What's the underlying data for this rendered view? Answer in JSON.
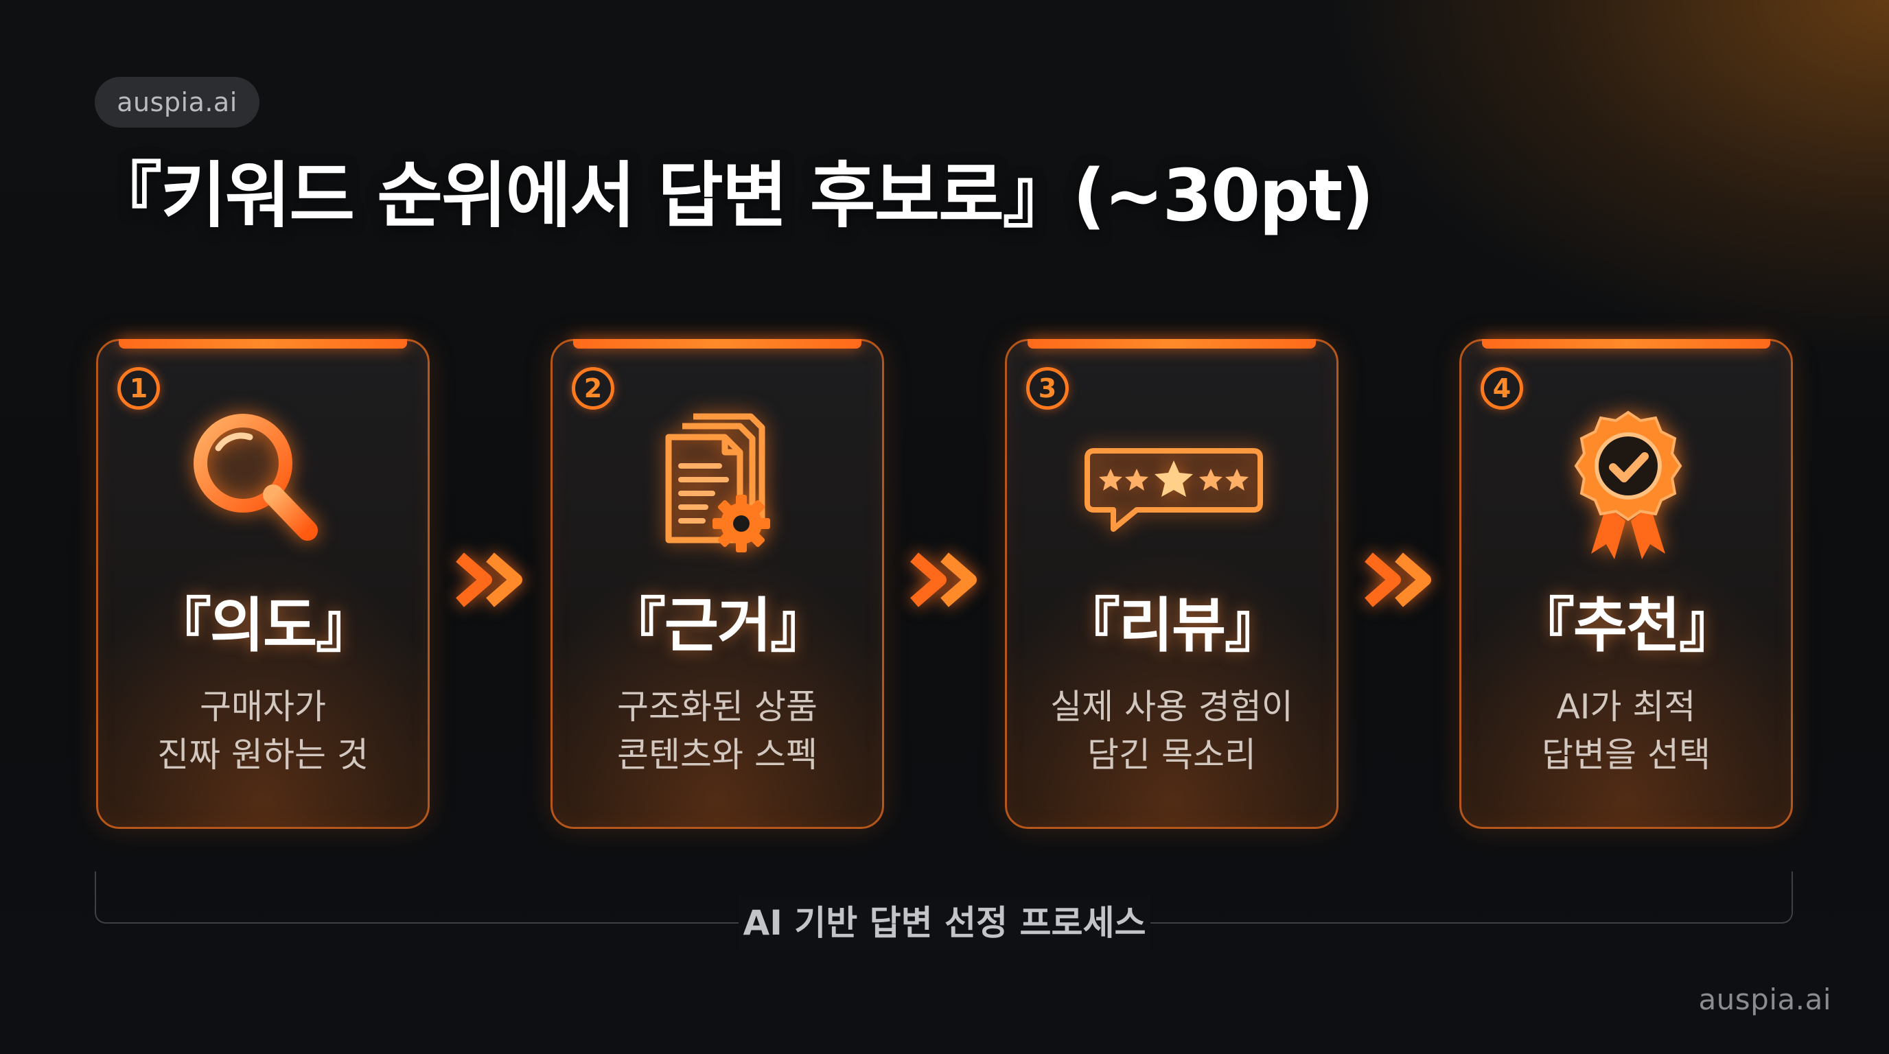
{
  "brand_badge": "auspia.ai",
  "title": "『키워드 순위에서 답변 후보로』(~30pt)",
  "cards": [
    {
      "number": "1",
      "icon": "magnifier-icon",
      "label": "『의도』",
      "desc_line1": "구매자가",
      "desc_line2": "진짜 원하는 것"
    },
    {
      "number": "2",
      "icon": "documents-gear-icon",
      "label": "『근거』",
      "desc_line1": "구조화된 상품",
      "desc_line2": "콘텐츠와 스펙"
    },
    {
      "number": "3",
      "icon": "star-review-icon",
      "label": "『리뷰』",
      "desc_line1": "실제 사용 경험이",
      "desc_line2": "담긴 목소리"
    },
    {
      "number": "4",
      "icon": "award-badge-icon",
      "label": "『추천』",
      "desc_line1": "AI가 최적",
      "desc_line2": "답변을 선택"
    }
  ],
  "process_label": "AI 기반 답변 선정 프로세스",
  "footer": "auspia.ai",
  "colors": {
    "accent": "#ff7a1e",
    "background": "#0e1012",
    "card_border": "#b5561a"
  }
}
